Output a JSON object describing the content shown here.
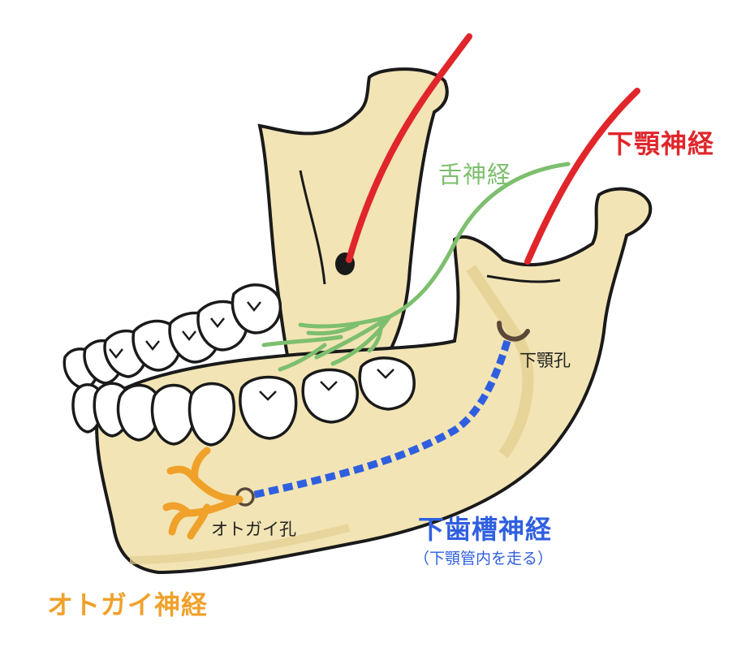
{
  "labels": {
    "mandibular_nerve": "下顎神経",
    "lingual_nerve": "舌神経",
    "mandibular_foramen": "下顎孔",
    "inferior_alveolar_nerve": "下歯槽神経",
    "inferior_alveolar_note": "（下顎管内を走る）",
    "mental_foramen": "オトガイ孔",
    "mental_nerve": "オトガイ神経"
  },
  "colors": {
    "mandibular_nerve": "#e0262b",
    "lingual_nerve": "#7dbf6e",
    "inferior_alveolar_nerve": "#2f5fe0",
    "mental_nerve": "#f0a12a",
    "bone": "#f2e4b4",
    "bone_shade": "#e3cf91",
    "outline": "#1a1a1a",
    "foramen": "#5a4838"
  },
  "icons": {
    "illustration": "mandible-jaw-illustration"
  }
}
